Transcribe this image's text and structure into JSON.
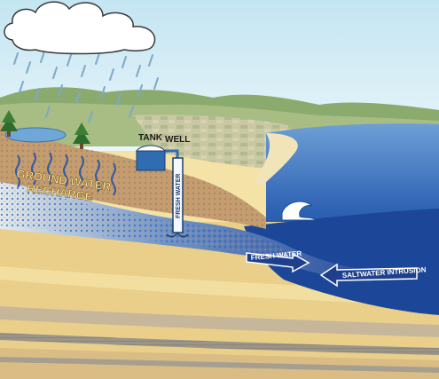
{
  "labels": {
    "tank": "TANK",
    "well": "WELL",
    "recharge_line1": "GROUND WATER",
    "recharge_line2": "RECHARGE",
    "fresh_water_pipe": "FRESH WATER",
    "fresh_water_arrow": "FRESH WATER",
    "saltwater_arrow": "SALTWATER INTRUSION"
  },
  "colors": {
    "sky": "#d9eef6",
    "cloud": "#ffffff",
    "rain": "#7fa8c8",
    "land_far": "#b9c98a",
    "sand": "#e9c98c",
    "soil": "#c89a6a",
    "aquifer_fresh": "#3a62b5",
    "aquifer_light": "#e6ecf0",
    "ocean": "#2f63b4",
    "ocean_deep": "#173f8c",
    "tank": "#2f6db0",
    "strata_gray": "#9b9488",
    "strata_brown": "#a07c52"
  },
  "icons": [
    "cloud-icon",
    "tree-icon",
    "tank-icon",
    "well-pipe-icon",
    "wave-icon"
  ]
}
